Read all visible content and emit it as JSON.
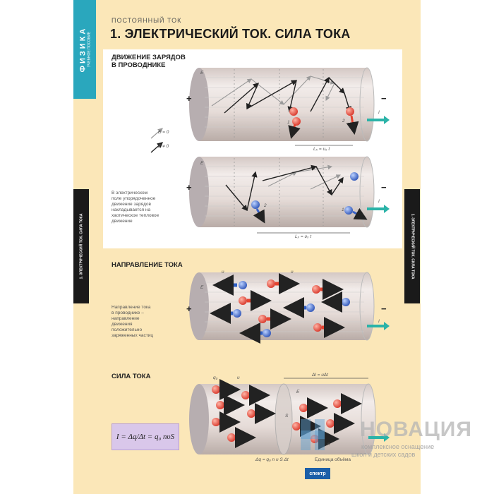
{
  "header": {
    "subject": "ФИЗИКА",
    "subject_sub": "УЧЕБНОЕ ПОСОБИЕ",
    "supertitle": "ПОСТОЯННЫЙ ТОК",
    "title": "1. ЭЛЕКТРИЧЕСКИЙ ТОК. СИЛА ТОКА"
  },
  "side_tabs": {
    "left": "1. ЭЛЕКТРИЧЕСКИЙ ТОК. СИЛА ТОКА",
    "right": "1. ЭЛЕКТРИЧЕСКИЙ ТОК. СИЛА ТОКА"
  },
  "section1": {
    "heading_line1": "ДВИЖЕНИЕ ЗАРЯДОВ",
    "heading_line2": "В ПРОВОДНИКЕ",
    "legend_e0": "E = 0",
    "legend_ene0": "E ≠ 0",
    "note": [
      "В электрическом",
      "поле упорядоченное",
      "движение зарядов",
      "накладывается на",
      "хаотическое тепловое",
      "движение"
    ],
    "plus": "+",
    "minus": "−",
    "field": "E",
    "current": "I",
    "label_1": "1",
    "label_2": "2",
    "length_label": "Lₓ = υₓ t"
  },
  "section2": {
    "heading": "НАПРАВЛЕНИЕ ТОКА",
    "note": [
      "Направление тока",
      "в проводнике –",
      "направление",
      "движения",
      "положительно",
      "заряженных частиц"
    ],
    "plus": "+",
    "minus": "−",
    "field": "E",
    "current": "I",
    "v_label": "υ"
  },
  "section3": {
    "heading": "СИЛА ТОКА",
    "formula": "I = Δq/Δt = q₀ nυS",
    "q0_label": "q₀",
    "v_label": "υ",
    "dl_label": "Δl = υΔt",
    "field": "E",
    "s_label": "S",
    "n_label": "n",
    "dq_label": "Δq = q₀ n υ S Δt",
    "unit_volume": "Единица объёма"
  },
  "watermark": {
    "name": "НОВАЦИЯ",
    "line1": "комплексное оснащение",
    "line2": "школ и детских садов"
  },
  "footer": {
    "logo": "спектр"
  },
  "colors": {
    "background": "#fbe7b8",
    "accent": "#2aa7bd",
    "positive_charge": "#e5432f",
    "negative_charge": "#3a63c7",
    "current_arrow": "#2bb3a8"
  }
}
